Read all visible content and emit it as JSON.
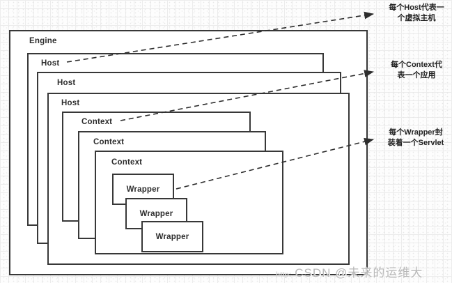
{
  "diagram": {
    "engine": {
      "label": "Engine"
    },
    "hosts": [
      {
        "label": "Host"
      },
      {
        "label": "Host"
      },
      {
        "label": "Host"
      }
    ],
    "contexts": [
      {
        "label": "Context"
      },
      {
        "label": "Context"
      },
      {
        "label": "Context"
      }
    ],
    "wrappers": [
      {
        "label": "Wrapper"
      },
      {
        "label": "Wrapper"
      },
      {
        "label": "Wrapper"
      }
    ]
  },
  "annotations": {
    "host": {
      "line1": "每个Host代表一",
      "line2": "个虚拟主机"
    },
    "context": {
      "line1": "每个Context代",
      "line2": "表一个应用"
    },
    "wrapper": {
      "line1": "每个Wrapper封",
      "line2": "装着一个Servlet"
    }
  },
  "watermark": {
    "prefix": "http:",
    "text": "CSDN @未来的运维大"
  },
  "colors": {
    "box_border": "#383838",
    "label_text": "#2d2d2d",
    "arrow": "#2e2e2e",
    "grid_line": "#ececec",
    "watermark_text": "#b8b8b8",
    "box_background": "#ffffff"
  }
}
